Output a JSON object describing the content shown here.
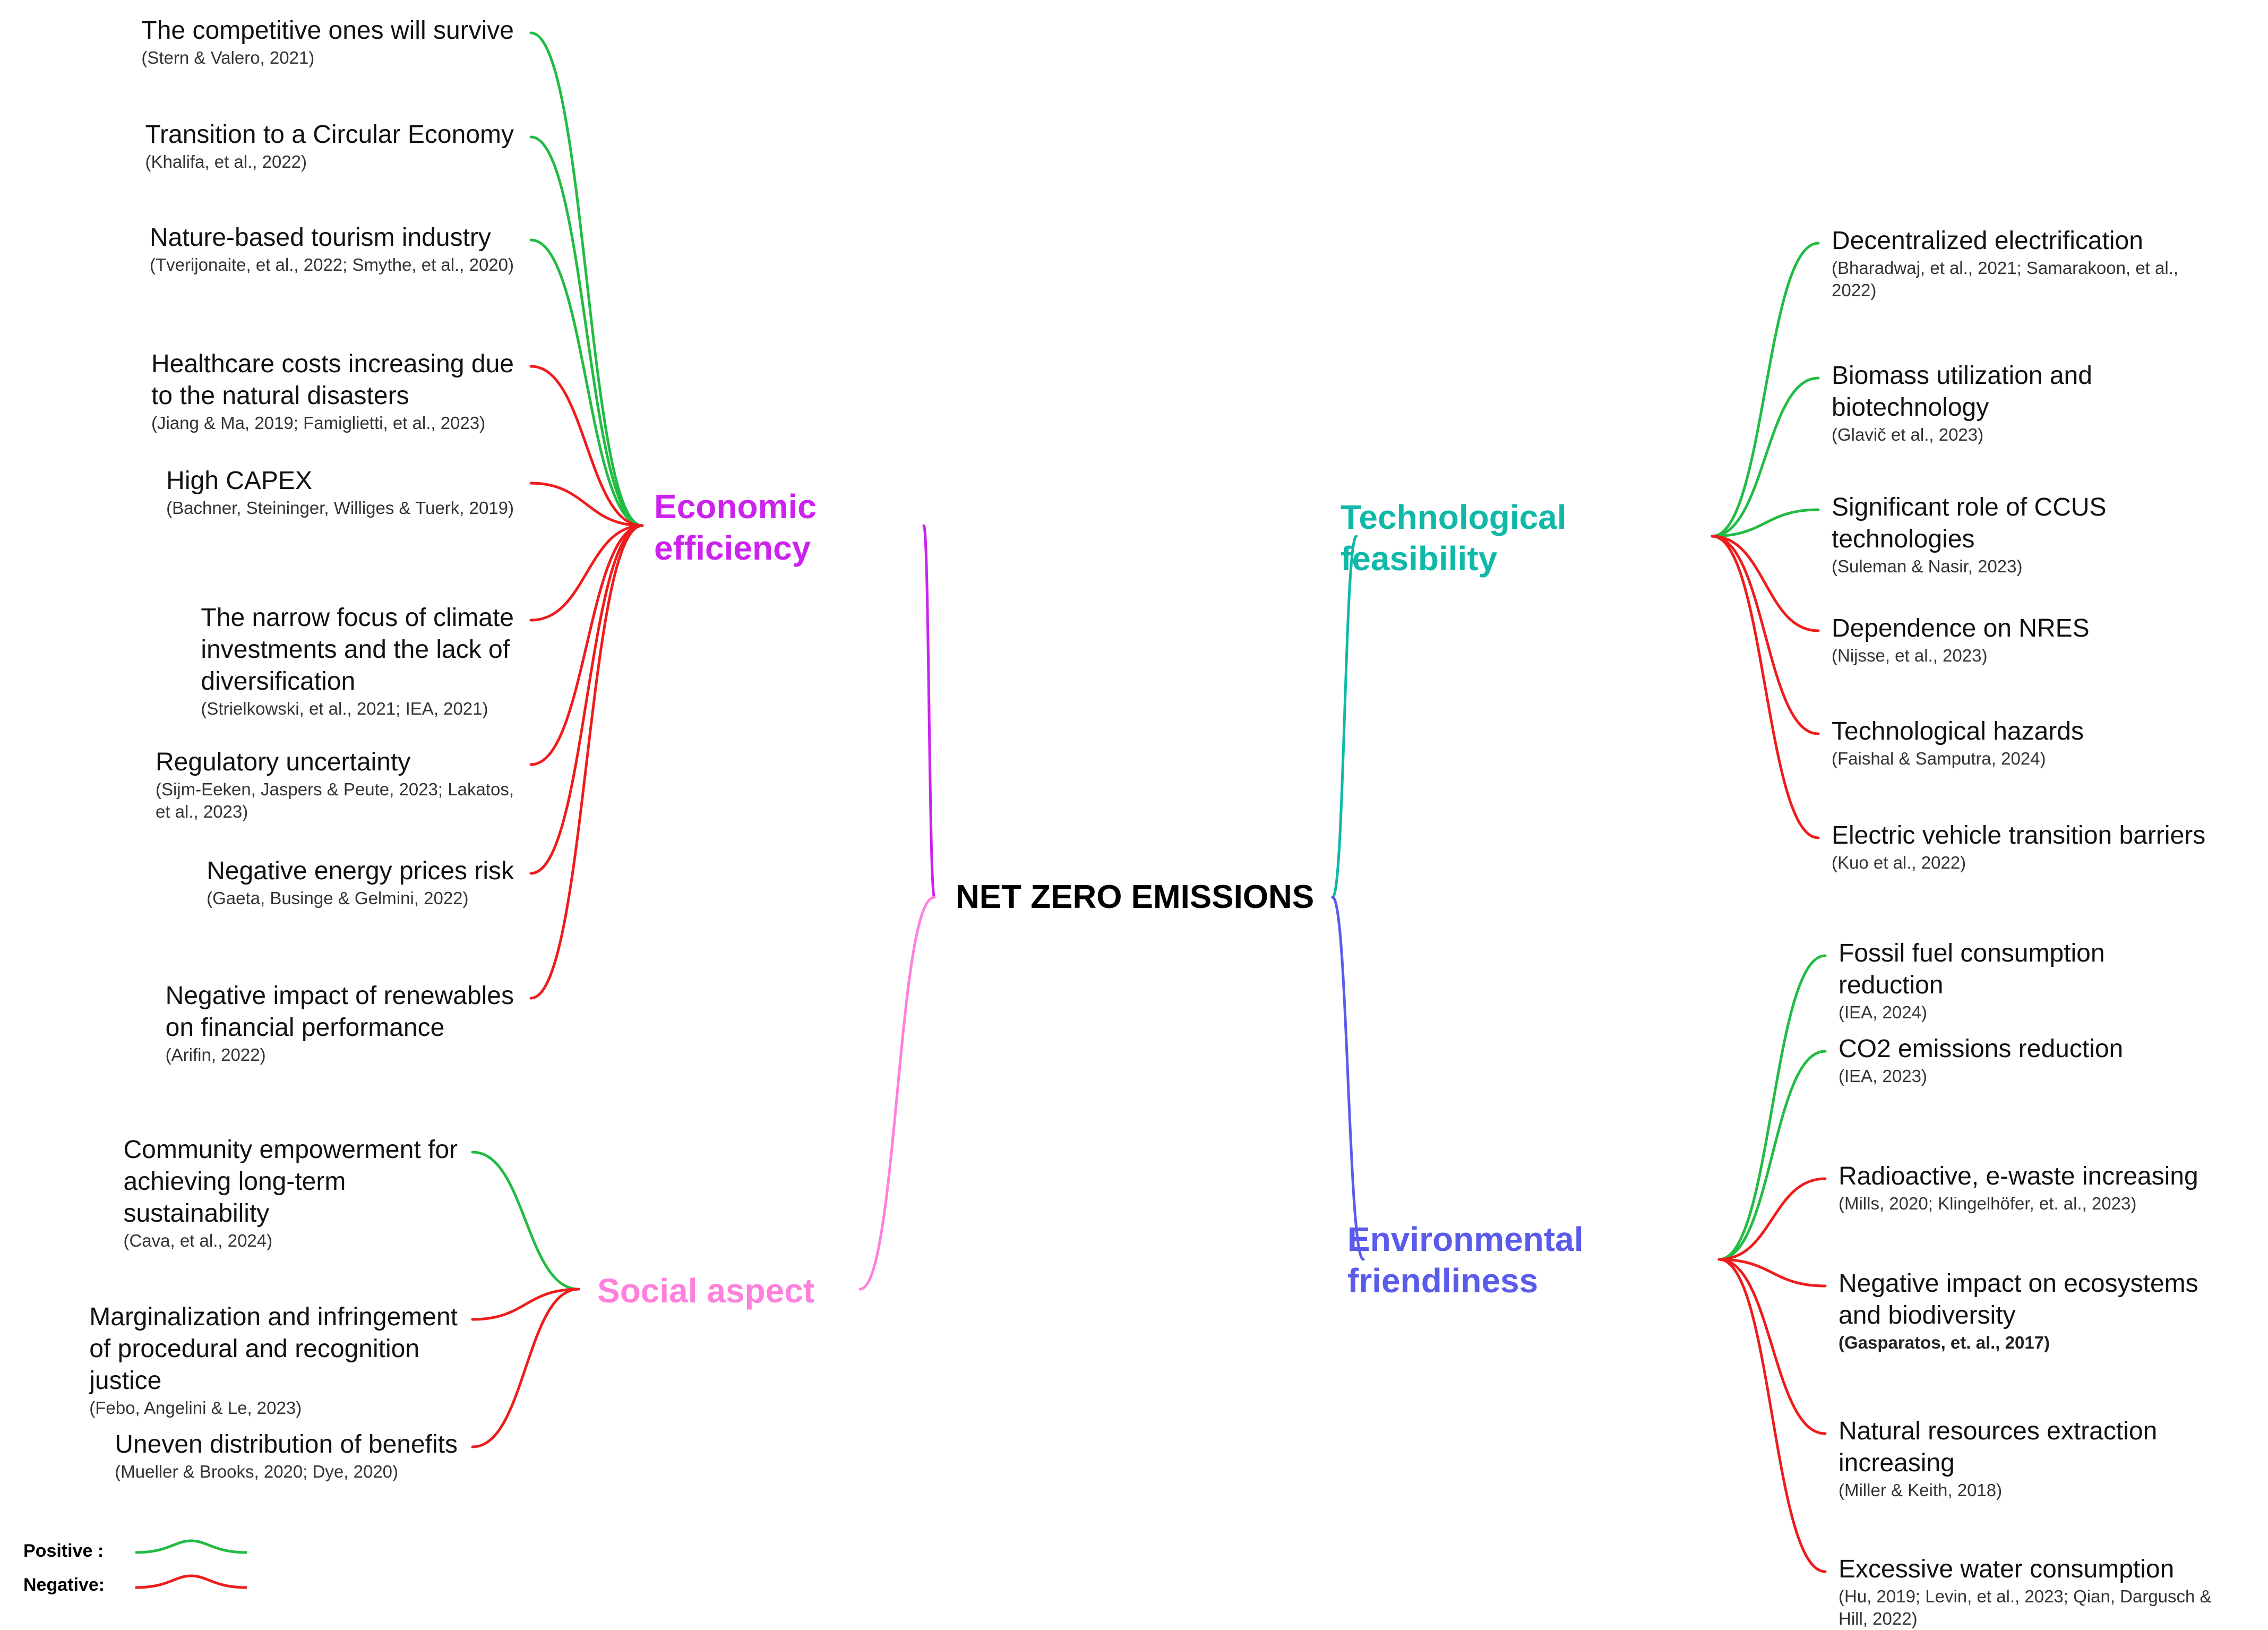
{
  "root": "NET ZERO EMISSIONS",
  "colors": {
    "positive": "#22bb44",
    "negative": "#ee1c1c",
    "economic": "#cc22ee",
    "social": "#ff7fdc",
    "technological": "#10b8a8",
    "environmental": "#5b5bea"
  },
  "legend": {
    "positive": "Positive :",
    "negative": "Negative:"
  },
  "branches": [
    {
      "key": "economic",
      "label": "Economic\nefficiency",
      "side": "left",
      "items": [
        {
          "title": "The competitive ones will survive",
          "cite": "(Stern & Valero, 2021)",
          "effect": "positive"
        },
        {
          "title": "Transition to a Circular Economy",
          "cite": "(Khalifa, et al., 2022)",
          "effect": "positive"
        },
        {
          "title": "Nature-based tourism industry",
          "cite": "(Tverijonaite, et al., 2022; Smythe, et al., 2020)",
          "effect": "positive"
        },
        {
          "title": "Healthcare costs increasing due\nto the natural disasters",
          "cite": "(Jiang & Ma, 2019; Famiglietti, et al., 2023)",
          "effect": "negative"
        },
        {
          "title": "High CAPEX",
          "cite": "(Bachner, Steininger, Williges & Tuerk, 2019)",
          "effect": "negative"
        },
        {
          "title": "The narrow focus of climate\ninvestments and the lack of\ndiversification",
          "cite": "(Strielkowski, et al., 2021; IEA, 2021)",
          "effect": "negative"
        },
        {
          "title": "Regulatory uncertainty",
          "cite": "(Sijm-Eeken, Jaspers & Peute, 2023; Lakatos,\net al., 2023)",
          "effect": "negative"
        },
        {
          "title": "Negative energy prices risk",
          "cite": "(Gaeta, Businge & Gelmini, 2022)",
          "effect": "negative"
        },
        {
          "title": "Negative impact of renewables\non financial performance",
          "cite": "(Arifin, 2022)",
          "effect": "negative"
        }
      ]
    },
    {
      "key": "social",
      "label": "Social aspect",
      "side": "left",
      "items": [
        {
          "title": "Community empowerment for\nachieving long-term\nsustainability",
          "cite": "(Cava, et al., 2024)",
          "effect": "positive"
        },
        {
          "title": "Marginalization and infringement\nof procedural and recognition\njustice",
          "cite": "(Febo, Angelini & Le, 2023)",
          "effect": "negative"
        },
        {
          "title": "Uneven distribution of benefits",
          "cite": "(Mueller & Brooks, 2020; Dye, 2020)",
          "effect": "negative"
        }
      ]
    },
    {
      "key": "technological",
      "label": "Technological\nfeasibility",
      "side": "right",
      "items": [
        {
          "title": "Decentralized electrification",
          "cite": "(Bharadwaj, et al., 2021; Samarakoon, et al.,\n2022)",
          "effect": "positive"
        },
        {
          "title": "Biomass utilization and\nbiotechnology",
          "cite": "(Glavič et al., 2023)",
          "effect": "positive"
        },
        {
          "title": "Significant role of CCUS\ntechnologies",
          "cite": "(Suleman & Nasir, 2023)",
          "effect": "positive"
        },
        {
          "title": "Dependence on NRES",
          "cite": "(Nijsse, et al., 2023)",
          "effect": "negative"
        },
        {
          "title": "Technological hazards",
          "cite": "(Faishal & Samputra, 2024)",
          "effect": "negative"
        },
        {
          "title": "Electric vehicle transition barriers",
          "cite": "(Kuo et al., 2022)",
          "effect": "negative"
        }
      ]
    },
    {
      "key": "environmental",
      "label": "Environmental\nfriendliness",
      "side": "right",
      "items": [
        {
          "title": "Fossil fuel consumption\nreduction",
          "cite": "(IEA, 2024)",
          "effect": "positive"
        },
        {
          "title": "CO2 emissions reduction",
          "cite": "(IEA, 2023)",
          "effect": "positive"
        },
        {
          "title": "Radioactive, e-waste increasing",
          "cite": "(Mills, 2020; Klingelhöfer, et. al., 2023)",
          "effect": "negative"
        },
        {
          "title": "Negative impact on ecosystems\nand biodiversity",
          "cite": "(Gasparatos, et. al., 2017)",
          "effect": "negative",
          "cite_bold": true
        },
        {
          "title": "Natural resources extraction\nincreasing",
          "cite": "(Miller & Keith, 2018)",
          "effect": "negative"
        },
        {
          "title": "Excessive water consumption",
          "cite": "(Hu, 2019; Levin, et al., 2023; Qian, Dargusch &\nHill, 2022)",
          "effect": "negative"
        }
      ]
    }
  ]
}
